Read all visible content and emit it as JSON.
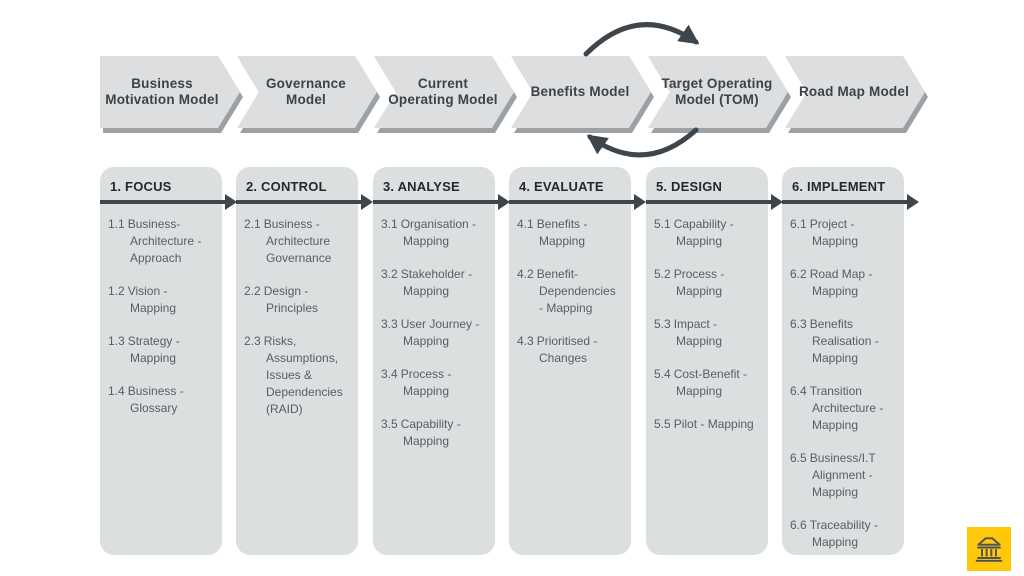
{
  "flow": {
    "chevrons": [
      {
        "label": "Business Motivation Model"
      },
      {
        "label": "Governance Model"
      },
      {
        "label": "Current Operating Model"
      },
      {
        "label": "Benefits Model"
      },
      {
        "label": "Target Operating Model (TOM)"
      },
      {
        "label": "Road Map Model"
      }
    ],
    "loop": {
      "between": [
        "Benefits Model",
        "Target Operating Model (TOM)"
      ],
      "direction": "bidirectional"
    }
  },
  "phases": [
    {
      "title": "1. FOCUS",
      "items": [
        {
          "num": "1.1",
          "text": "Business-Architecture - Approach"
        },
        {
          "num": "1.2",
          "text": "Vision - Mapping"
        },
        {
          "num": "1.3",
          "text": "Strategy - Mapping"
        },
        {
          "num": "1.4",
          "text": "Business - Glossary"
        }
      ]
    },
    {
      "title": "2. CONTROL",
      "items": [
        {
          "num": "2.1",
          "text": "Business - Architecture Governance"
        },
        {
          "num": "2.2",
          "text": "Design - Principles"
        },
        {
          "num": "2.3",
          "text": "Risks, Assumptions, Issues & Dependencies (RAID)"
        }
      ]
    },
    {
      "title": "3. ANALYSE",
      "items": [
        {
          "num": "3.1",
          "text": "Organisation - Mapping"
        },
        {
          "num": "3.2",
          "text": "Stakeholder - Mapping"
        },
        {
          "num": "3.3",
          "text": "User Journey - Mapping"
        },
        {
          "num": "3.4",
          "text": "Process - Mapping"
        },
        {
          "num": "3.5",
          "text": "Capability - Mapping"
        }
      ]
    },
    {
      "title": "4. EVALUATE",
      "items": [
        {
          "num": "4.1",
          "text": "Benefits - Mapping"
        },
        {
          "num": "4.2",
          "text": "Benefit-Dependencies - Mapping"
        },
        {
          "num": "4.3",
          "text": "Prioritised - Changes"
        }
      ]
    },
    {
      "title": "5. DESIGN",
      "items": [
        {
          "num": "5.1",
          "text": "Capability - Mapping"
        },
        {
          "num": "5.2",
          "text": "Process - Mapping"
        },
        {
          "num": "5.3",
          "text": "Impact - Mapping"
        },
        {
          "num": "5.4",
          "text": "Cost-Benefit - Mapping"
        },
        {
          "num": "5.5",
          "text": "Pilot - Mapping"
        }
      ]
    },
    {
      "title": "6. IMPLEMENT",
      "items": [
        {
          "num": "6.1",
          "text": "Project - Mapping"
        },
        {
          "num": "6.2",
          "text": "Road Map - Mapping"
        },
        {
          "num": "6.3",
          "text": "Benefits Realisation - Mapping"
        },
        {
          "num": "6.4",
          "text": "Transition Architecture - Mapping"
        },
        {
          "num": "6.5",
          "text": "Business/I.T Alignment - Mapping"
        },
        {
          "num": "6.6",
          "text": "Traceability - Mapping"
        }
      ]
    }
  ],
  "badge": {
    "icon": "bank-icon",
    "background": "#FFC90A"
  },
  "colors": {
    "chevron_fill": "#DCDEE0",
    "chevron_shadow": "#9BA1A5",
    "chevron_text": "#3B4347",
    "panel_fill": "#DBDFE0",
    "phase_title": "#26292B",
    "item_text": "#575E62",
    "arrow_dark": "#3E464C",
    "badge_yellow": "#FFC90A"
  }
}
